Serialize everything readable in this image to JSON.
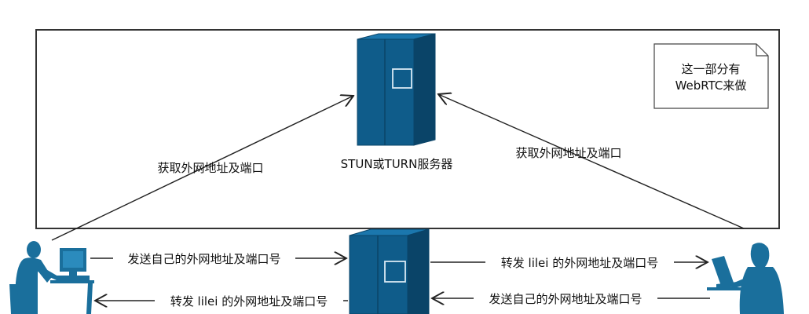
{
  "diagram": {
    "note": {
      "line1": "这一部分有",
      "line2": "WebRTC来做"
    },
    "server_top": {
      "label": "STUN或TURN服务器"
    },
    "left_diagonal": {
      "label": "获取外网地址及端口"
    },
    "right_diagonal": {
      "label": "获取外网地址及端口"
    },
    "left_to_server": {
      "label": "发送自己的外网地址及端口号"
    },
    "server_to_right": {
      "label": "转发 lilei 的外网地址及端口号"
    },
    "server_to_left": {
      "label": "转发 lilei 的外网地址及端口号"
    },
    "right_to_server": {
      "label": "发送自己的外网地址及端口号"
    },
    "colors": {
      "server_blue": "#0f5c8a",
      "server_dark": "#0a4468",
      "person_blue": "#1a6f9c",
      "line": "#222222"
    }
  }
}
